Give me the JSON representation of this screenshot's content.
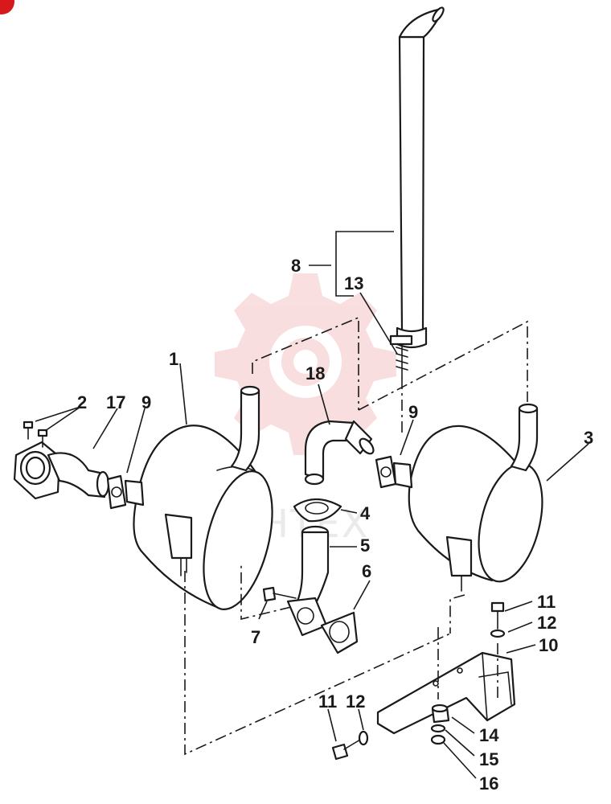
{
  "watermark": {
    "text": "ИНТЕХ",
    "color": "#f4c4c4"
  },
  "callouts": {
    "c1": "1",
    "c2": "2",
    "c3": "3",
    "c4": "4",
    "c5": "5",
    "c6": "6",
    "c7": "7",
    "c8": "8",
    "c9a": "9",
    "c9b": "9",
    "c10": "10",
    "c11a": "11",
    "c11b": "11",
    "c12a": "12",
    "c12b": "12",
    "c13": "13",
    "c14": "14",
    "c15": "15",
    "c16": "16",
    "c17": "17",
    "c18": "18"
  },
  "colors": {
    "line": "#1a1a1a",
    "corner_badge": "#d7191c"
  }
}
